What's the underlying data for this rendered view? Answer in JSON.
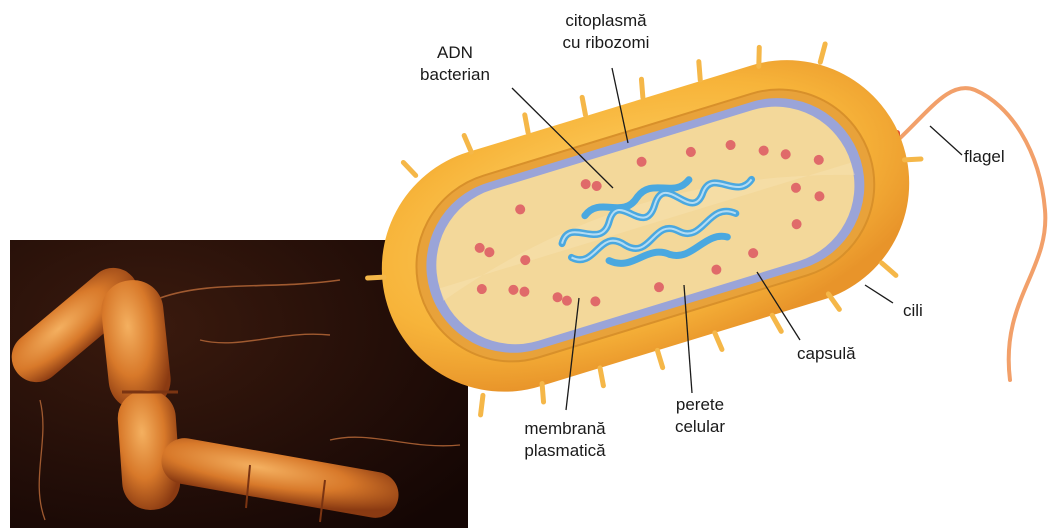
{
  "labels": {
    "citoplasma": [
      "citoplasmă",
      "cu ribozomi"
    ],
    "adn": [
      "ADN",
      "bacterian"
    ],
    "flagel": "flagel",
    "cili": "cili",
    "capsula": "capsulă",
    "perete": [
      "perete",
      "celular"
    ],
    "membrana": [
      "membrană",
      "plasmatică"
    ]
  },
  "colors": {
    "capsule": "#f7b43a",
    "cell_wall": "#f0a830",
    "membrane": "#9aa4d8",
    "cytoplasm": "#f3d89a",
    "ribosome": "#e06a6a",
    "dna": "#4aa8e0",
    "photo_bg": "#1e0a06",
    "photo_bacteria": "#d8792a"
  }
}
